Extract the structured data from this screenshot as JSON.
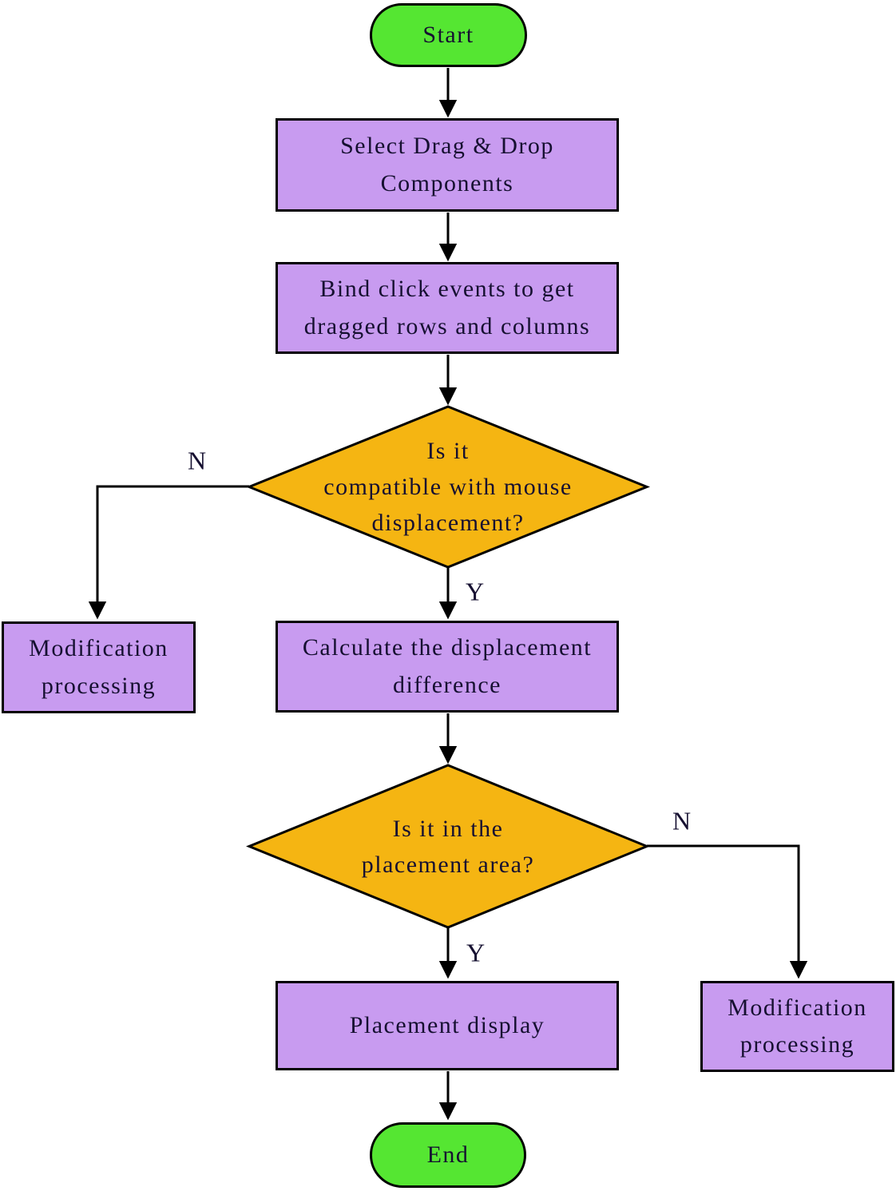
{
  "diagram": {
    "type": "flowchart",
    "topic": "Drag and drop component placement process",
    "colors": {
      "terminal_fill": "#55e632",
      "process_fill": "#c89bf0",
      "decision_fill": "#f5b512",
      "stroke": "#000000",
      "text": "#161031",
      "background": "#ffffff"
    },
    "nodes": {
      "start": {
        "shape": "terminal",
        "label": "Start"
      },
      "select_components": {
        "shape": "process",
        "label": "Select Drag & Drop\nComponents"
      },
      "bind_events": {
        "shape": "process",
        "label": "Bind click events to get\ndragged rows and columns"
      },
      "compatible_decision": {
        "shape": "decision",
        "label": "Is it\ncompatible with mouse\ndisplacement?"
      },
      "modification_left": {
        "shape": "process",
        "label": "Modification\nprocessing"
      },
      "calculate_difference": {
        "shape": "process",
        "label": "Calculate the displacement\ndifference"
      },
      "placement_decision": {
        "shape": "decision",
        "label": "Is it in the\nplacement area?"
      },
      "modification_right": {
        "shape": "process",
        "label": "Modification\nprocessing"
      },
      "placement_display": {
        "shape": "process",
        "label": "Placement display"
      },
      "end": {
        "shape": "terminal",
        "label": "End"
      }
    },
    "edge_labels": {
      "compatible_no": "N",
      "compatible_yes": "Y",
      "placement_no": "N",
      "placement_yes": "Y"
    }
  }
}
